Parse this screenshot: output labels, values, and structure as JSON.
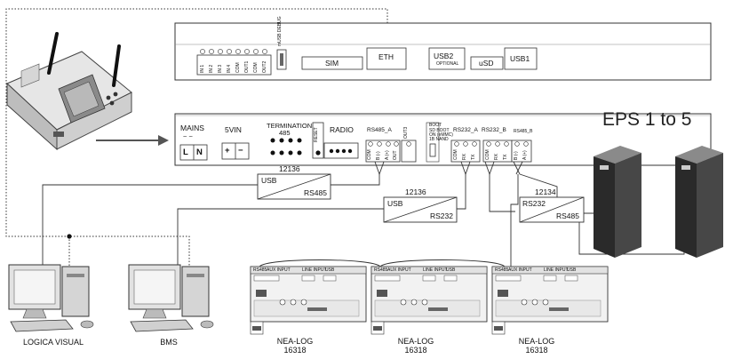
{
  "title": "EPS 1 to 5",
  "top_board": {
    "terminals": [
      "IN 1",
      "IN 2",
      "IN 3",
      "IN 4",
      "COM",
      "OUT1",
      "COM",
      "OUT2"
    ],
    "usb_debug": "mUSB DEBUG",
    "sim": "SIM",
    "eth": "ETH",
    "usb2": "USB2",
    "usb2_note": "OPTIONAL",
    "usd": "uSD",
    "usb1": "USB1"
  },
  "bottom_board": {
    "mains": "MAINS",
    "mains_tilde": "~ ~",
    "mains_l": "L",
    "mains_n": "N",
    "vin": "5VIN",
    "vin_plus": "+",
    "vin_minus": "−",
    "termination": "TERMINATION",
    "termination_485": "485",
    "reset": "RESET",
    "radio": "RADIO",
    "rs485a": "RS485_A",
    "rs485a_pins": [
      "COM",
      "B (-)",
      "A (+)",
      "OUT"
    ],
    "out3": "OUT3",
    "boot": "BOOT",
    "boot_lines": [
      "SD BOOT",
      "ON (eMMC)",
      "1B NAND"
    ],
    "rs232a": "RS232_A",
    "rs232a_pins": [
      "COM",
      "RX",
      "TX"
    ],
    "rs232b": "RS232_B",
    "rs232b_pins": [
      "COM",
      "RX",
      "TX"
    ],
    "rs485b": "RS485_B",
    "rs485b_pins": [
      "B (-)",
      "A (+)"
    ]
  },
  "converters": [
    {
      "code": "12136",
      "from": "USB",
      "to": "RS485"
    },
    {
      "code": "12136",
      "from": "USB",
      "to": "RS232"
    },
    {
      "code": "12134",
      "from": "RS232",
      "to": "RS485"
    }
  ],
  "computers": [
    {
      "label": "LOGICA VISUAL"
    },
    {
      "label": "BMS"
    }
  ],
  "nealog": {
    "header_labels": [
      "RS485",
      "AUX INPUT",
      "LINE INPUT",
      "USB"
    ],
    "modules": [
      {
        "label": "NEA-LOG",
        "code": "16318"
      },
      {
        "label": "NEA-LOG",
        "code": "16318"
      },
      {
        "label": "NEA-LOG",
        "code": "16318"
      }
    ]
  }
}
